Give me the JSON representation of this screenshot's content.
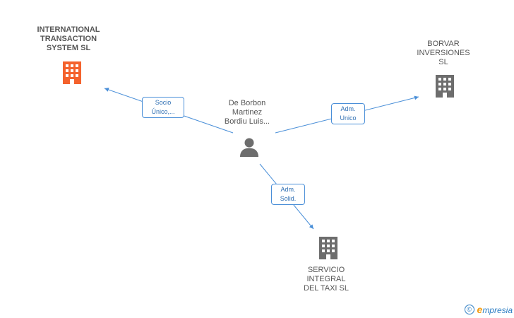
{
  "person": {
    "name": "De Borbon\nMartinez\nBordiu Luis..."
  },
  "companies": [
    {
      "id": "ints",
      "name": "INTERNATIONAL\nTRANSACTION\nSYSTEM SL",
      "color": "#f4622d",
      "main": true
    },
    {
      "id": "borvar",
      "name": "BORVAR\nINVERSIONES\nSL",
      "color": "#6d6d6d",
      "main": false
    },
    {
      "id": "servicio",
      "name": "SERVICIO\nINTEGRAL\nDEL TAXI SL",
      "color": "#6d6d6d",
      "main": false
    }
  ],
  "relations": [
    {
      "to": "ints",
      "label": "Socio\nÚnico,..."
    },
    {
      "to": "borvar",
      "label": "Adm.\nUnico"
    },
    {
      "to": "servicio",
      "label": "Adm.\nSolid."
    }
  ],
  "colors": {
    "edge": "#4a8fd8",
    "person": "#6d6d6d"
  },
  "brand": {
    "symbol": "©",
    "letter": "e",
    "text": "mpresia"
  }
}
